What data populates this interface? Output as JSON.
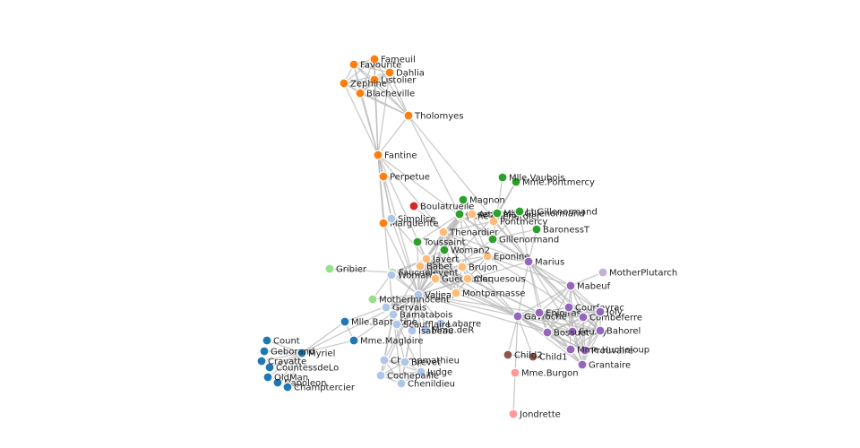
{
  "groups": {
    "1": "#1f77b4",
    "2": "#aec7e8",
    "3": "#ff7f0e",
    "4": "#ffbb78",
    "5": "#2ca02c",
    "6": "#98df8a",
    "7": "#d62728",
    "8": "#ff9896",
    "9": "#9467bd",
    "10": "#c5b0d5",
    "11": "#8c564b"
  },
  "nodes": [
    {
      "id": "Myriel",
      "label": "Myriel",
      "group": 1
    },
    {
      "id": "Napoleon",
      "label": "Napoleon",
      "group": 1
    },
    {
      "id": "Mlle.Baptistine",
      "label": "Mlle.Baptistine",
      "group": 1
    },
    {
      "id": "Mme.Magloire",
      "label": "Mme.Magloire",
      "group": 1
    },
    {
      "id": "CountessdeLo",
      "label": "CountessdeLo",
      "group": 1
    },
    {
      "id": "Geborand",
      "label": "Geborand",
      "group": 1
    },
    {
      "id": "Champtercier",
      "label": "Champtercier",
      "group": 1
    },
    {
      "id": "Cravatte",
      "label": "Cravatte",
      "group": 1
    },
    {
      "id": "Count",
      "label": "Count",
      "group": 1
    },
    {
      "id": "OldMan",
      "label": "OldMan",
      "group": 1
    },
    {
      "id": "Labarre",
      "label": "Labarre",
      "group": 2
    },
    {
      "id": "Valjean",
      "label": "Valjean",
      "group": 2
    },
    {
      "id": "Marguerite",
      "label": "Marguerite",
      "group": 3
    },
    {
      "id": "Mme.deR",
      "label": "Mme.deR",
      "group": 2
    },
    {
      "id": "Isabeau",
      "label": "Isabeau",
      "group": 2
    },
    {
      "id": "Gervais",
      "label": "Gervais",
      "group": 2
    },
    {
      "id": "Tholomyes",
      "label": "Tholomyes",
      "group": 3
    },
    {
      "id": "Listolier",
      "label": "Listolier",
      "group": 3
    },
    {
      "id": "Fameuil",
      "label": "Fameuil",
      "group": 3
    },
    {
      "id": "Blacheville",
      "label": "Blacheville",
      "group": 3
    },
    {
      "id": "Favourite",
      "label": "Favourite",
      "group": 3
    },
    {
      "id": "Dahlia",
      "label": "Dahlia",
      "group": 3
    },
    {
      "id": "Zephine",
      "label": "Zephine",
      "group": 3
    },
    {
      "id": "Fantine",
      "label": "Fantine",
      "group": 3
    },
    {
      "id": "Mme.Thenardier",
      "label": "Mme.Thenardier",
      "group": 4
    },
    {
      "id": "Thenardier",
      "label": "Thenardier",
      "group": 4
    },
    {
      "id": "Cosette",
      "label": "Cosette",
      "group": 5
    },
    {
      "id": "Javert",
      "label": "Javert",
      "group": 4
    },
    {
      "id": "Fauchelevent",
      "label": "Fauchelevent",
      "group": 6
    },
    {
      "id": "Bamatabois",
      "label": "Bamatabois",
      "group": 2
    },
    {
      "id": "Perpetue",
      "label": "Perpetue",
      "group": 3
    },
    {
      "id": "Simplice",
      "label": "Simplice",
      "group": 2
    },
    {
      "id": "Scaufflaire",
      "label": "Scaufflaire",
      "group": 2
    },
    {
      "id": "Woman1",
      "label": "Woman1",
      "group": 2
    },
    {
      "id": "Judge",
      "label": "Judge",
      "group": 2
    },
    {
      "id": "Champmathieu",
      "label": "Champmathieu",
      "group": 2
    },
    {
      "id": "Brevet",
      "label": "Brevet",
      "group": 2
    },
    {
      "id": "Chenildieu",
      "label": "Chenildieu",
      "group": 2
    },
    {
      "id": "Cochepaille",
      "label": "Cochepaille",
      "group": 2
    },
    {
      "id": "Pontmercy",
      "label": "Pontmercy",
      "group": 4
    },
    {
      "id": "Boulatruelle",
      "label": "Boulatruelle",
      "group": 7
    },
    {
      "id": "Eponine",
      "label": "Eponine",
      "group": 4
    },
    {
      "id": "Anzelma",
      "label": "Anzelma",
      "group": 4
    },
    {
      "id": "Woman2",
      "label": "Woman2",
      "group": 5
    },
    {
      "id": "MotherInnocent",
      "label": "MotherInnocent",
      "group": 6
    },
    {
      "id": "Gribier",
      "label": "Gribier",
      "group": 6
    },
    {
      "id": "Jondrette",
      "label": "Jondrette",
      "group": 8
    },
    {
      "id": "Mme.Burgon",
      "label": "Mme.Burgon",
      "group": 8
    },
    {
      "id": "Gavroche",
      "label": "Gavroche",
      "group": 9
    },
    {
      "id": "Gillenormand",
      "label": "Gillenormand",
      "group": 5
    },
    {
      "id": "Magnon",
      "label": "Magnon",
      "group": 5
    },
    {
      "id": "Mlle.Gillenormand",
      "label": "Mlle.Gillenormand",
      "group": 5
    },
    {
      "id": "Mme.Pontmercy",
      "label": "Mme.Pontmercy",
      "group": 5
    },
    {
      "id": "Mlle.Vaubois",
      "label": "Mlle.Vaubois",
      "group": 5
    },
    {
      "id": "Lt.Gillenormand",
      "label": "Lt.Gillenormand",
      "group": 5
    },
    {
      "id": "Marius",
      "label": "Marius",
      "group": 9
    },
    {
      "id": "BaronessT",
      "label": "BaronessT",
      "group": 5
    },
    {
      "id": "Mabeuf",
      "label": "Mabeuf",
      "group": 9
    },
    {
      "id": "Enjolras",
      "label": "Enjolras",
      "group": 9
    },
    {
      "id": "Combeferre",
      "label": "Combeferre",
      "group": 9
    },
    {
      "id": "Prouvaire",
      "label": "Prouvaire",
      "group": 9
    },
    {
      "id": "Feuilly",
      "label": "Feuilly",
      "group": 9
    },
    {
      "id": "Courfeyrac",
      "label": "Courfeyrac",
      "group": 9
    },
    {
      "id": "Bahorel",
      "label": "Bahorel",
      "group": 9
    },
    {
      "id": "Bossuet",
      "label": "Bossuet",
      "group": 9
    },
    {
      "id": "Joly",
      "label": "Joly",
      "group": 9
    },
    {
      "id": "Grantaire",
      "label": "Grantaire",
      "group": 9
    },
    {
      "id": "MotherPlutarch",
      "label": "MotherPlutarch",
      "group": 10
    },
    {
      "id": "Gueulemer",
      "label": "Gueulemer",
      "group": 4
    },
    {
      "id": "Babet",
      "label": "Babet",
      "group": 4
    },
    {
      "id": "Claquesous",
      "label": "Claquesous",
      "group": 4
    },
    {
      "id": "Montparnasse",
      "label": "Montparnasse",
      "group": 4
    },
    {
      "id": "Toussaint",
      "label": "Toussaint",
      "group": 5
    },
    {
      "id": "Child1",
      "label": "Child1",
      "group": 11
    },
    {
      "id": "Child2",
      "label": "Child2",
      "group": 11
    },
    {
      "id": "Brujon",
      "label": "Brujon",
      "group": 4
    },
    {
      "id": "Mme.Hucheloup",
      "label": "Mme.Hucheloup",
      "group": 9
    }
  ],
  "links": [
    [
      "Napoleon",
      "Myriel"
    ],
    [
      "Mlle.Baptistine",
      "Myriel"
    ],
    [
      "Mme.Magloire",
      "Myriel"
    ],
    [
      "Mme.Magloire",
      "Mlle.Baptistine"
    ],
    [
      "CountessdeLo",
      "Myriel"
    ],
    [
      "Geborand",
      "Myriel"
    ],
    [
      "Champtercier",
      "Myriel"
    ],
    [
      "Cravatte",
      "Myriel"
    ],
    [
      "Count",
      "Myriel"
    ],
    [
      "OldMan",
      "Myriel"
    ],
    [
      "Valjean",
      "Labarre"
    ],
    [
      "Valjean",
      "Mme.Magloire"
    ],
    [
      "Valjean",
      "Mlle.Baptistine"
    ],
    [
      "Valjean",
      "Myriel"
    ],
    [
      "Marguerite",
      "Valjean"
    ],
    [
      "Mme.deR",
      "Valjean"
    ],
    [
      "Isabeau",
      "Valjean"
    ],
    [
      "Gervais",
      "Valjean"
    ],
    [
      "Listolier",
      "Tholomyes"
    ],
    [
      "Fameuil",
      "Tholomyes"
    ],
    [
      "Fameuil",
      "Listolier"
    ],
    [
      "Blacheville",
      "Tholomyes"
    ],
    [
      "Blacheville",
      "Listolier"
    ],
    [
      "Blacheville",
      "Fameuil"
    ],
    [
      "Favourite",
      "Tholomyes"
    ],
    [
      "Favourite",
      "Listolier"
    ],
    [
      "Favourite",
      "Fameuil"
    ],
    [
      "Favourite",
      "Blacheville"
    ],
    [
      "Dahlia",
      "Listolier"
    ],
    [
      "Dahlia",
      "Fameuil"
    ],
    [
      "Dahlia",
      "Blacheville"
    ],
    [
      "Dahlia",
      "Favourite"
    ],
    [
      "Dahlia",
      "Tholomyes"
    ],
    [
      "Zephine",
      "Listolier"
    ],
    [
      "Zephine",
      "Fameuil"
    ],
    [
      "Zephine",
      "Blacheville"
    ],
    [
      "Zephine",
      "Favourite"
    ],
    [
      "Zephine",
      "Dahlia"
    ],
    [
      "Zephine",
      "Tholomyes"
    ],
    [
      "Fantine",
      "Listolier"
    ],
    [
      "Fantine",
      "Fameuil"
    ],
    [
      "Fantine",
      "Blacheville"
    ],
    [
      "Fantine",
      "Favourite"
    ],
    [
      "Fantine",
      "Dahlia"
    ],
    [
      "Fantine",
      "Tholomyes"
    ],
    [
      "Fantine",
      "Zephine"
    ],
    [
      "Fantine",
      "Marguerite"
    ],
    [
      "Fantine",
      "Valjean"
    ],
    [
      "Mme.Thenardier",
      "Fantine"
    ],
    [
      "Mme.Thenardier",
      "Valjean"
    ],
    [
      "Thenardier",
      "Mme.Thenardier"
    ],
    [
      "Thenardier",
      "Fantine"
    ],
    [
      "Thenardier",
      "Valjean"
    ],
    [
      "Cosette",
      "Mme.Thenardier"
    ],
    [
      "Cosette",
      "Valjean"
    ],
    [
      "Cosette",
      "Tholomyes"
    ],
    [
      "Cosette",
      "Thenardier"
    ],
    [
      "Javert",
      "Valjean"
    ],
    [
      "Javert",
      "Fantine"
    ],
    [
      "Javert",
      "Thenardier"
    ],
    [
      "Javert",
      "Mme.Thenardier"
    ],
    [
      "Javert",
      "Cosette"
    ],
    [
      "Fauchelevent",
      "Valjean"
    ],
    [
      "Fauchelevent",
      "Javert"
    ],
    [
      "Bamatabois",
      "Fantine"
    ],
    [
      "Bamatabois",
      "Javert"
    ],
    [
      "Bamatabois",
      "Valjean"
    ],
    [
      "Perpetue",
      "Fantine"
    ],
    [
      "Simplice",
      "Perpetue"
    ],
    [
      "Simplice",
      "Valjean"
    ],
    [
      "Simplice",
      "Fantine"
    ],
    [
      "Simplice",
      "Javert"
    ],
    [
      "Scaufflaire",
      "Valjean"
    ],
    [
      "Woman1",
      "Valjean"
    ],
    [
      "Woman1",
      "Javert"
    ],
    [
      "Judge",
      "Valjean"
    ],
    [
      "Judge",
      "Bamatabois"
    ],
    [
      "Champmathieu",
      "Valjean"
    ],
    [
      "Champmathieu",
      "Judge"
    ],
    [
      "Champmathieu",
      "Bamatabois"
    ],
    [
      "Brevet",
      "Judge"
    ],
    [
      "Brevet",
      "Champmathieu"
    ],
    [
      "Brevet",
      "Valjean"
    ],
    [
      "Brevet",
      "Bamatabois"
    ],
    [
      "Chenildieu",
      "Judge"
    ],
    [
      "Chenildieu",
      "Champmathieu"
    ],
    [
      "Chenildieu",
      "Brevet"
    ],
    [
      "Chenildieu",
      "Valjean"
    ],
    [
      "Chenildieu",
      "Bamatabois"
    ],
    [
      "Cochepaille",
      "Judge"
    ],
    [
      "Cochepaille",
      "Champmathieu"
    ],
    [
      "Cochepaille",
      "Brevet"
    ],
    [
      "Cochepaille",
      "Chenildieu"
    ],
    [
      "Cochepaille",
      "Valjean"
    ],
    [
      "Cochepaille",
      "Bamatabois"
    ],
    [
      "Pontmercy",
      "Thenardier"
    ],
    [
      "Boulatruelle",
      "Thenardier"
    ],
    [
      "Eponine",
      "Mme.Thenardier"
    ],
    [
      "Eponine",
      "Thenardier"
    ],
    [
      "Anzelma",
      "Eponine"
    ],
    [
      "Anzelma",
      "Thenardier"
    ],
    [
      "Anzelma",
      "Mme.Thenardier"
    ],
    [
      "Woman2",
      "Valjean"
    ],
    [
      "Woman2",
      "Cosette"
    ],
    [
      "Woman2",
      "Javert"
    ],
    [
      "MotherInnocent",
      "Fauchelevent"
    ],
    [
      "MotherInnocent",
      "Valjean"
    ],
    [
      "Gribier",
      "Fauchelevent"
    ],
    [
      "Mme.Burgon",
      "Jondrette"
    ],
    [
      "Gavroche",
      "Mme.Burgon"
    ],
    [
      "Gavroche",
      "Thenardier"
    ],
    [
      "Gavroche",
      "Javert"
    ],
    [
      "Gavroche",
      "Valjean"
    ],
    [
      "Gillenormand",
      "Cosette"
    ],
    [
      "Gillenormand",
      "Valjean"
    ],
    [
      "Magnon",
      "Gillenormand"
    ],
    [
      "Magnon",
      "Mme.Thenardier"
    ],
    [
      "Mlle.Gillenormand",
      "Gillenormand"
    ],
    [
      "Mlle.Gillenormand",
      "Cosette"
    ],
    [
      "Mlle.Gillenormand",
      "Valjean"
    ],
    [
      "Mme.Pontmercy",
      "Mlle.Gillenormand"
    ],
    [
      "Mme.Pontmercy",
      "Pontmercy"
    ],
    [
      "Mlle.Vaubois",
      "Mlle.Gillenormand"
    ],
    [
      "Lt.Gillenormand",
      "Mlle.Gillenormand"
    ],
    [
      "Lt.Gillenormand",
      "Gillenormand"
    ],
    [
      "Lt.Gillenormand",
      "Cosette"
    ],
    [
      "Marius",
      "Mlle.Gillenormand"
    ],
    [
      "Marius",
      "Gillenormand"
    ],
    [
      "Marius",
      "Pontmercy"
    ],
    [
      "Marius",
      "Lt.Gillenormand"
    ],
    [
      "Marius",
      "Cosette"
    ],
    [
      "Marius",
      "Valjean"
    ],
    [
      "Marius",
      "Tholomyes"
    ],
    [
      "Marius",
      "Thenardier"
    ],
    [
      "Marius",
      "Eponine"
    ],
    [
      "Marius",
      "Gavroche"
    ],
    [
      "BaronessT",
      "Gillenormand"
    ],
    [
      "BaronessT",
      "Marius"
    ],
    [
      "Mabeuf",
      "Marius"
    ],
    [
      "Mabeuf",
      "Eponine"
    ],
    [
      "Mabeuf",
      "Gavroche"
    ],
    [
      "Enjolras",
      "Marius"
    ],
    [
      "Enjolras",
      "Gavroche"
    ],
    [
      "Enjolras",
      "Javert"
    ],
    [
      "Enjolras",
      "Mabeuf"
    ],
    [
      "Enjolras",
      "Valjean"
    ],
    [
      "Combeferre",
      "Enjolras"
    ],
    [
      "Combeferre",
      "Marius"
    ],
    [
      "Combeferre",
      "Gavroche"
    ],
    [
      "Combeferre",
      "Mabeuf"
    ],
    [
      "Prouvaire",
      "Gavroche"
    ],
    [
      "Prouvaire",
      "Enjolras"
    ],
    [
      "Prouvaire",
      "Combeferre"
    ],
    [
      "Feuilly",
      "Gavroche"
    ],
    [
      "Feuilly",
      "Enjolras"
    ],
    [
      "Feuilly",
      "Prouvaire"
    ],
    [
      "Feuilly",
      "Combeferre"
    ],
    [
      "Feuilly",
      "Mabeuf"
    ],
    [
      "Feuilly",
      "Marius"
    ],
    [
      "Courfeyrac",
      "Marius"
    ],
    [
      "Courfeyrac",
      "Enjolras"
    ],
    [
      "Courfeyrac",
      "Combeferre"
    ],
    [
      "Courfeyrac",
      "Gavroche"
    ],
    [
      "Courfeyrac",
      "Mabeuf"
    ],
    [
      "Courfeyrac",
      "Eponine"
    ],
    [
      "Courfeyrac",
      "Feuilly"
    ],
    [
      "Courfeyrac",
      "Prouvaire"
    ],
    [
      "Bahorel",
      "Combeferre"
    ],
    [
      "Bahorel",
      "Gavroche"
    ],
    [
      "Bahorel",
      "Courfeyrac"
    ],
    [
      "Bahorel",
      "Mabeuf"
    ],
    [
      "Bahorel",
      "Enjolras"
    ],
    [
      "Bahorel",
      "Feuilly"
    ],
    [
      "Bahorel",
      "Prouvaire"
    ],
    [
      "Bahorel",
      "Marius"
    ],
    [
      "Bossuet",
      "Marius"
    ],
    [
      "Bossuet",
      "Courfeyrac"
    ],
    [
      "Bossuet",
      "Gavroche"
    ],
    [
      "Bossuet",
      "Bahorel"
    ],
    [
      "Bossuet",
      "Enjolras"
    ],
    [
      "Bossuet",
      "Feuilly"
    ],
    [
      "Bossuet",
      "Prouvaire"
    ],
    [
      "Bossuet",
      "Combeferre"
    ],
    [
      "Bossuet",
      "Mabeuf"
    ],
    [
      "Bossuet",
      "Valjean"
    ],
    [
      "Joly",
      "Bahorel"
    ],
    [
      "Joly",
      "Bossuet"
    ],
    [
      "Joly",
      "Gavroche"
    ],
    [
      "Joly",
      "Courfeyrac"
    ],
    [
      "Joly",
      "Enjolras"
    ],
    [
      "Joly",
      "Feuilly"
    ],
    [
      "Joly",
      "Prouvaire"
    ],
    [
      "Joly",
      "Combeferre"
    ],
    [
      "Joly",
      "Mabeuf"
    ],
    [
      "Joly",
      "Marius"
    ],
    [
      "Grantaire",
      "Bossuet"
    ],
    [
      "Grantaire",
      "Enjolras"
    ],
    [
      "Grantaire",
      "Combeferre"
    ],
    [
      "Grantaire",
      "Courfeyrac"
    ],
    [
      "Grantaire",
      "Joly"
    ],
    [
      "Grantaire",
      "Gavroche"
    ],
    [
      "Grantaire",
      "Bahorel"
    ],
    [
      "Grantaire",
      "Feuilly"
    ],
    [
      "Grantaire",
      "Prouvaire"
    ],
    [
      "MotherPlutarch",
      "Mabeuf"
    ],
    [
      "Gueulemer",
      "Thenardier"
    ],
    [
      "Gueulemer",
      "Valjean"
    ],
    [
      "Gueulemer",
      "Mme.Thenardier"
    ],
    [
      "Gueulemer",
      "Javert"
    ],
    [
      "Gueulemer",
      "Gavroche"
    ],
    [
      "Gueulemer",
      "Eponine"
    ],
    [
      "Babet",
      "Thenardier"
    ],
    [
      "Babet",
      "Gueulemer"
    ],
    [
      "Babet",
      "Valjean"
    ],
    [
      "Babet",
      "Mme.Thenardier"
    ],
    [
      "Babet",
      "Javert"
    ],
    [
      "Babet",
      "Gavroche"
    ],
    [
      "Babet",
      "Eponine"
    ],
    [
      "Claquesous",
      "Thenardier"
    ],
    [
      "Claquesous",
      "Babet"
    ],
    [
      "Claquesous",
      "Gueulemer"
    ],
    [
      "Claquesous",
      "Valjean"
    ],
    [
      "Claquesous",
      "Mme.Thenardier"
    ],
    [
      "Claquesous",
      "Javert"
    ],
    [
      "Claquesous",
      "Eponine"
    ],
    [
      "Claquesous",
      "Enjolras"
    ],
    [
      "Montparnasse",
      "Javert"
    ],
    [
      "Montparnasse",
      "Babet"
    ],
    [
      "Montparnasse",
      "Gueulemer"
    ],
    [
      "Montparnasse",
      "Claquesous"
    ],
    [
      "Montparnasse",
      "Valjean"
    ],
    [
      "Montparnasse",
      "Gavroche"
    ],
    [
      "Montparnasse",
      "Eponine"
    ],
    [
      "Montparnasse",
      "Thenardier"
    ],
    [
      "Toussaint",
      "Cosette"
    ],
    [
      "Toussaint",
      "Javert"
    ],
    [
      "Toussaint",
      "Valjean"
    ],
    [
      "Child1",
      "Gavroche"
    ],
    [
      "Child2",
      "Gavroche"
    ],
    [
      "Child2",
      "Child1"
    ],
    [
      "Brujon",
      "Babet"
    ],
    [
      "Brujon",
      "Gueulemer"
    ],
    [
      "Brujon",
      "Thenardier"
    ],
    [
      "Brujon",
      "Gavroche"
    ],
    [
      "Brujon",
      "Eponine"
    ],
    [
      "Brujon",
      "Claquesous"
    ],
    [
      "Brujon",
      "Montparnasse"
    ],
    [
      "Mme.Hucheloup",
      "Bossuet"
    ],
    [
      "Mme.Hucheloup",
      "Joly"
    ],
    [
      "Mme.Hucheloup",
      "Grantaire"
    ],
    [
      "Mme.Hucheloup",
      "Bahorel"
    ],
    [
      "Mme.Hucheloup",
      "Courfeyrac"
    ],
    [
      "Mme.Hucheloup",
      "Gavroche"
    ],
    [
      "Mme.Hucheloup",
      "Enjolras"
    ]
  ]
}
